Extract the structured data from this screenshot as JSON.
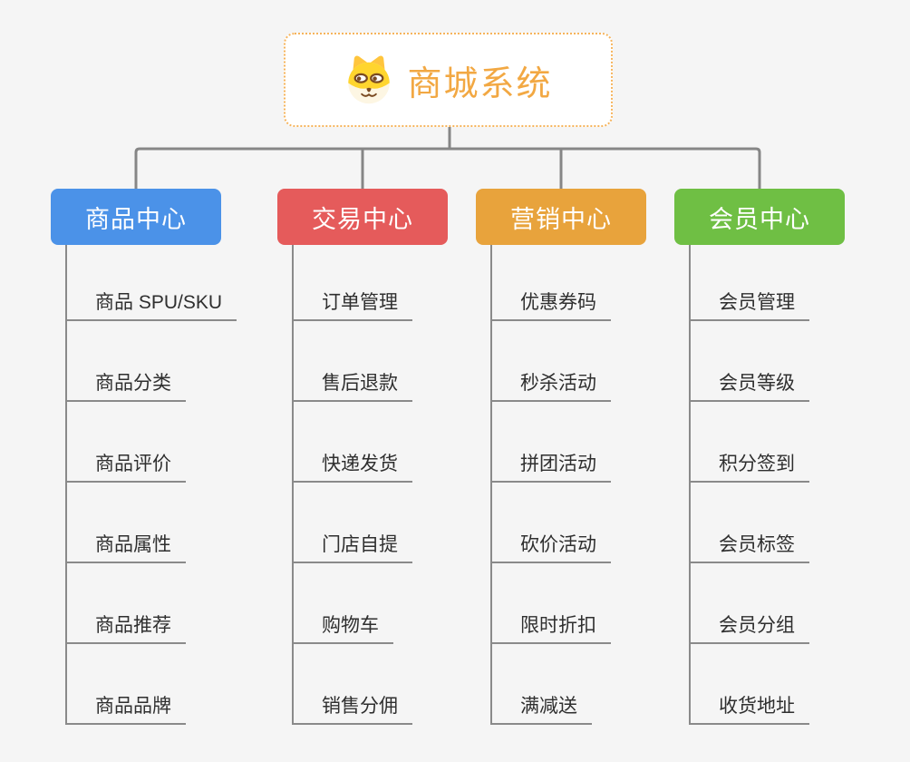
{
  "canvas": {
    "background": "#f5f5f5",
    "connector_color": "#868686"
  },
  "root": {
    "title": "商城系统",
    "icon": "dog-face-icon",
    "text_color": "#f2a843",
    "border_color": "#f6b45c"
  },
  "branches": [
    {
      "label": "商品中心",
      "color": "#4b92e8",
      "items": [
        "商品 SPU/SKU",
        "商品分类",
        "商品评价",
        "商品属性",
        "商品推荐",
        "商品品牌"
      ]
    },
    {
      "label": "交易中心",
      "color": "#e55b5b",
      "items": [
        "订单管理",
        "售后退款",
        "快递发货",
        "门店自提",
        "购物车",
        "销售分佣"
      ]
    },
    {
      "label": "营销中心",
      "color": "#e8a33c",
      "items": [
        "优惠券码",
        "秒杀活动",
        "拼团活动",
        "砍价活动",
        "限时折扣",
        "满减送"
      ]
    },
    {
      "label": "会员中心",
      "color": "#6fbf44",
      "items": [
        "会员管理",
        "会员等级",
        "积分签到",
        "会员标签",
        "会员分组",
        "收货地址"
      ]
    }
  ]
}
